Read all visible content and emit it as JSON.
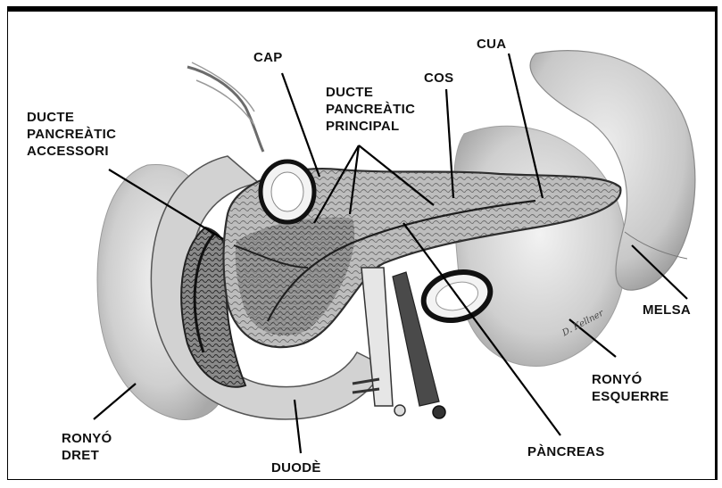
{
  "labels": {
    "ducte_accessori": [
      "DUCTE",
      "PANCREÀTIC",
      "ACCESSORI"
    ],
    "cap": "CAP",
    "ducte_principal": [
      "DUCTE",
      "PANCREÀTIC",
      "PRINCIPAL"
    ],
    "cos": "COS",
    "cua": "CUA",
    "melsa": "MELSA",
    "ronyo_esquerre": [
      "RONYÓ",
      "ESQUERRE"
    ],
    "pancreas": "PÀNCREAS",
    "duode": "DUODÈ",
    "ronyo_dret": [
      "RONYÓ",
      "DRET"
    ]
  },
  "colors": {
    "tissue_light": "#d9d9d9",
    "tissue_mid": "#b3b3b3",
    "tissue_dark": "#4a4a4a",
    "leader_line": "#000000"
  },
  "artist_signature": "D. Kellner"
}
